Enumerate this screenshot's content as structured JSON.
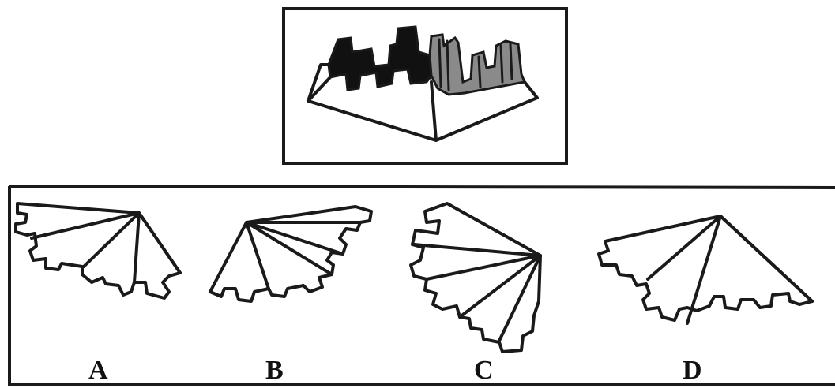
{
  "question": {
    "reference_figure": {
      "description_icon": "folded-paper-cup-figure"
    },
    "options": [
      {
        "label": "A",
        "icon": "unfolded-fan-option-a"
      },
      {
        "label": "B",
        "icon": "unfolded-fan-option-b"
      },
      {
        "label": "C",
        "icon": "unfolded-fan-option-c"
      },
      {
        "label": "D",
        "icon": "unfolded-fan-option-d"
      }
    ]
  },
  "colors": {
    "stroke": "#1a1a1a",
    "dark_fill": "#111111",
    "grey_fill": "#8a8a8a",
    "background": "#ffffff"
  }
}
